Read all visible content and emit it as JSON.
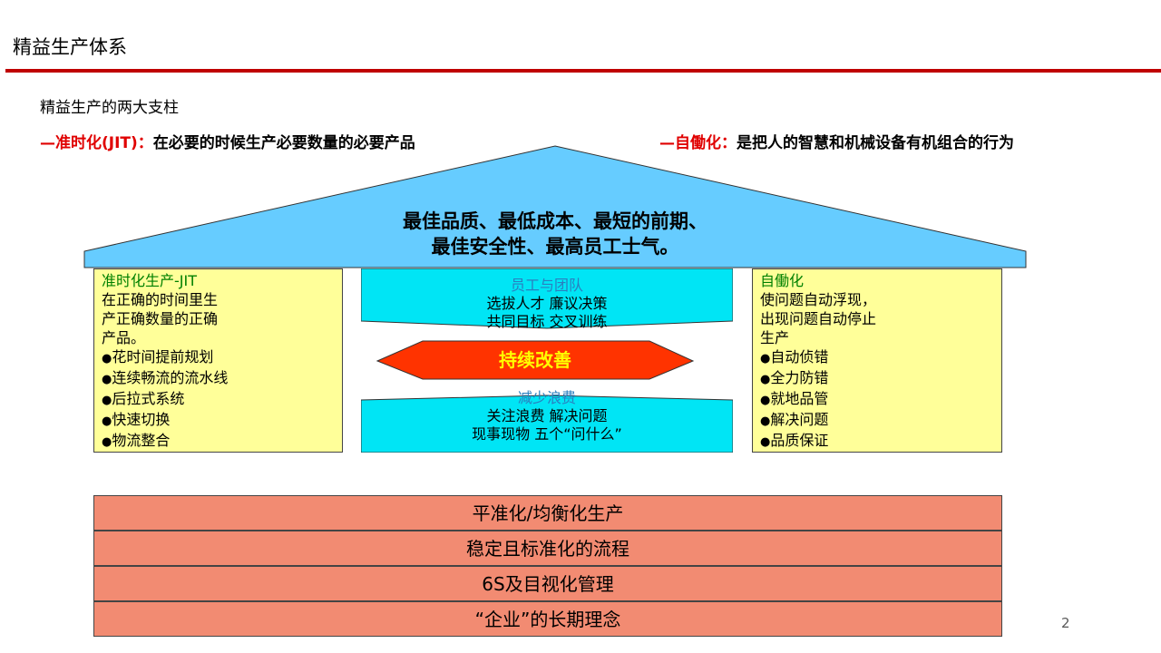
{
  "slide": {
    "title": "精益生产体系",
    "subtitle": "精益生产的两大支柱",
    "jit_definition": {
      "label": "—准时化(JIT)：",
      "text": "在必要的时候生产必要数量的必要产品"
    },
    "jidoka_definition": {
      "label": "—自働化：",
      "text": "是把人的智慧和机械设备有机组合的行为"
    },
    "page_number": "2"
  },
  "roof": {
    "line1": "最佳品质、最低成本、最短的前期、",
    "line2": "最佳安全性、最高员工士气。"
  },
  "left_pillar": {
    "heading": "准时化生产-JIT",
    "description": [
      "在正确的时间里生",
      "产正确数量的正确",
      "产品。"
    ],
    "items": [
      "花时间提前规划",
      "连续畅流的流水线",
      "后拉式系统",
      "快速切换",
      "物流整合"
    ]
  },
  "center": {
    "top_heading": "员工与团队",
    "top_line1": "选拔人才 廉议决策",
    "top_line2": "共同目标 交叉训练",
    "kaizen": "持续改善",
    "bottom_heading": "减少浪费",
    "bottom_line1": "关注浪费  解决问题",
    "bottom_line2": "现事现物  五个“问什么”"
  },
  "right_pillar": {
    "heading": "自働化",
    "description": [
      "使问题自动浮现，",
      "出现问题自动停止",
      "生产"
    ],
    "items": [
      "自动侦错",
      "全力防错",
      "就地品管",
      "解决问题",
      "品质保证"
    ]
  },
  "foundation": [
    "平准化/均衡化生产",
    "稳定且标准化的流程",
    "6S及目视化管理",
    "“企业”的长期理念"
  ],
  "colors": {
    "accent_red": "#c00000",
    "roof_blue": "#66ccff",
    "pillar_yellow": "#ffff99",
    "center_cyan": "#00e5f5",
    "kaizen_red": "#ff3300",
    "foundation_salmon": "#f28b72",
    "pillar_heading_green": "#008000"
  }
}
